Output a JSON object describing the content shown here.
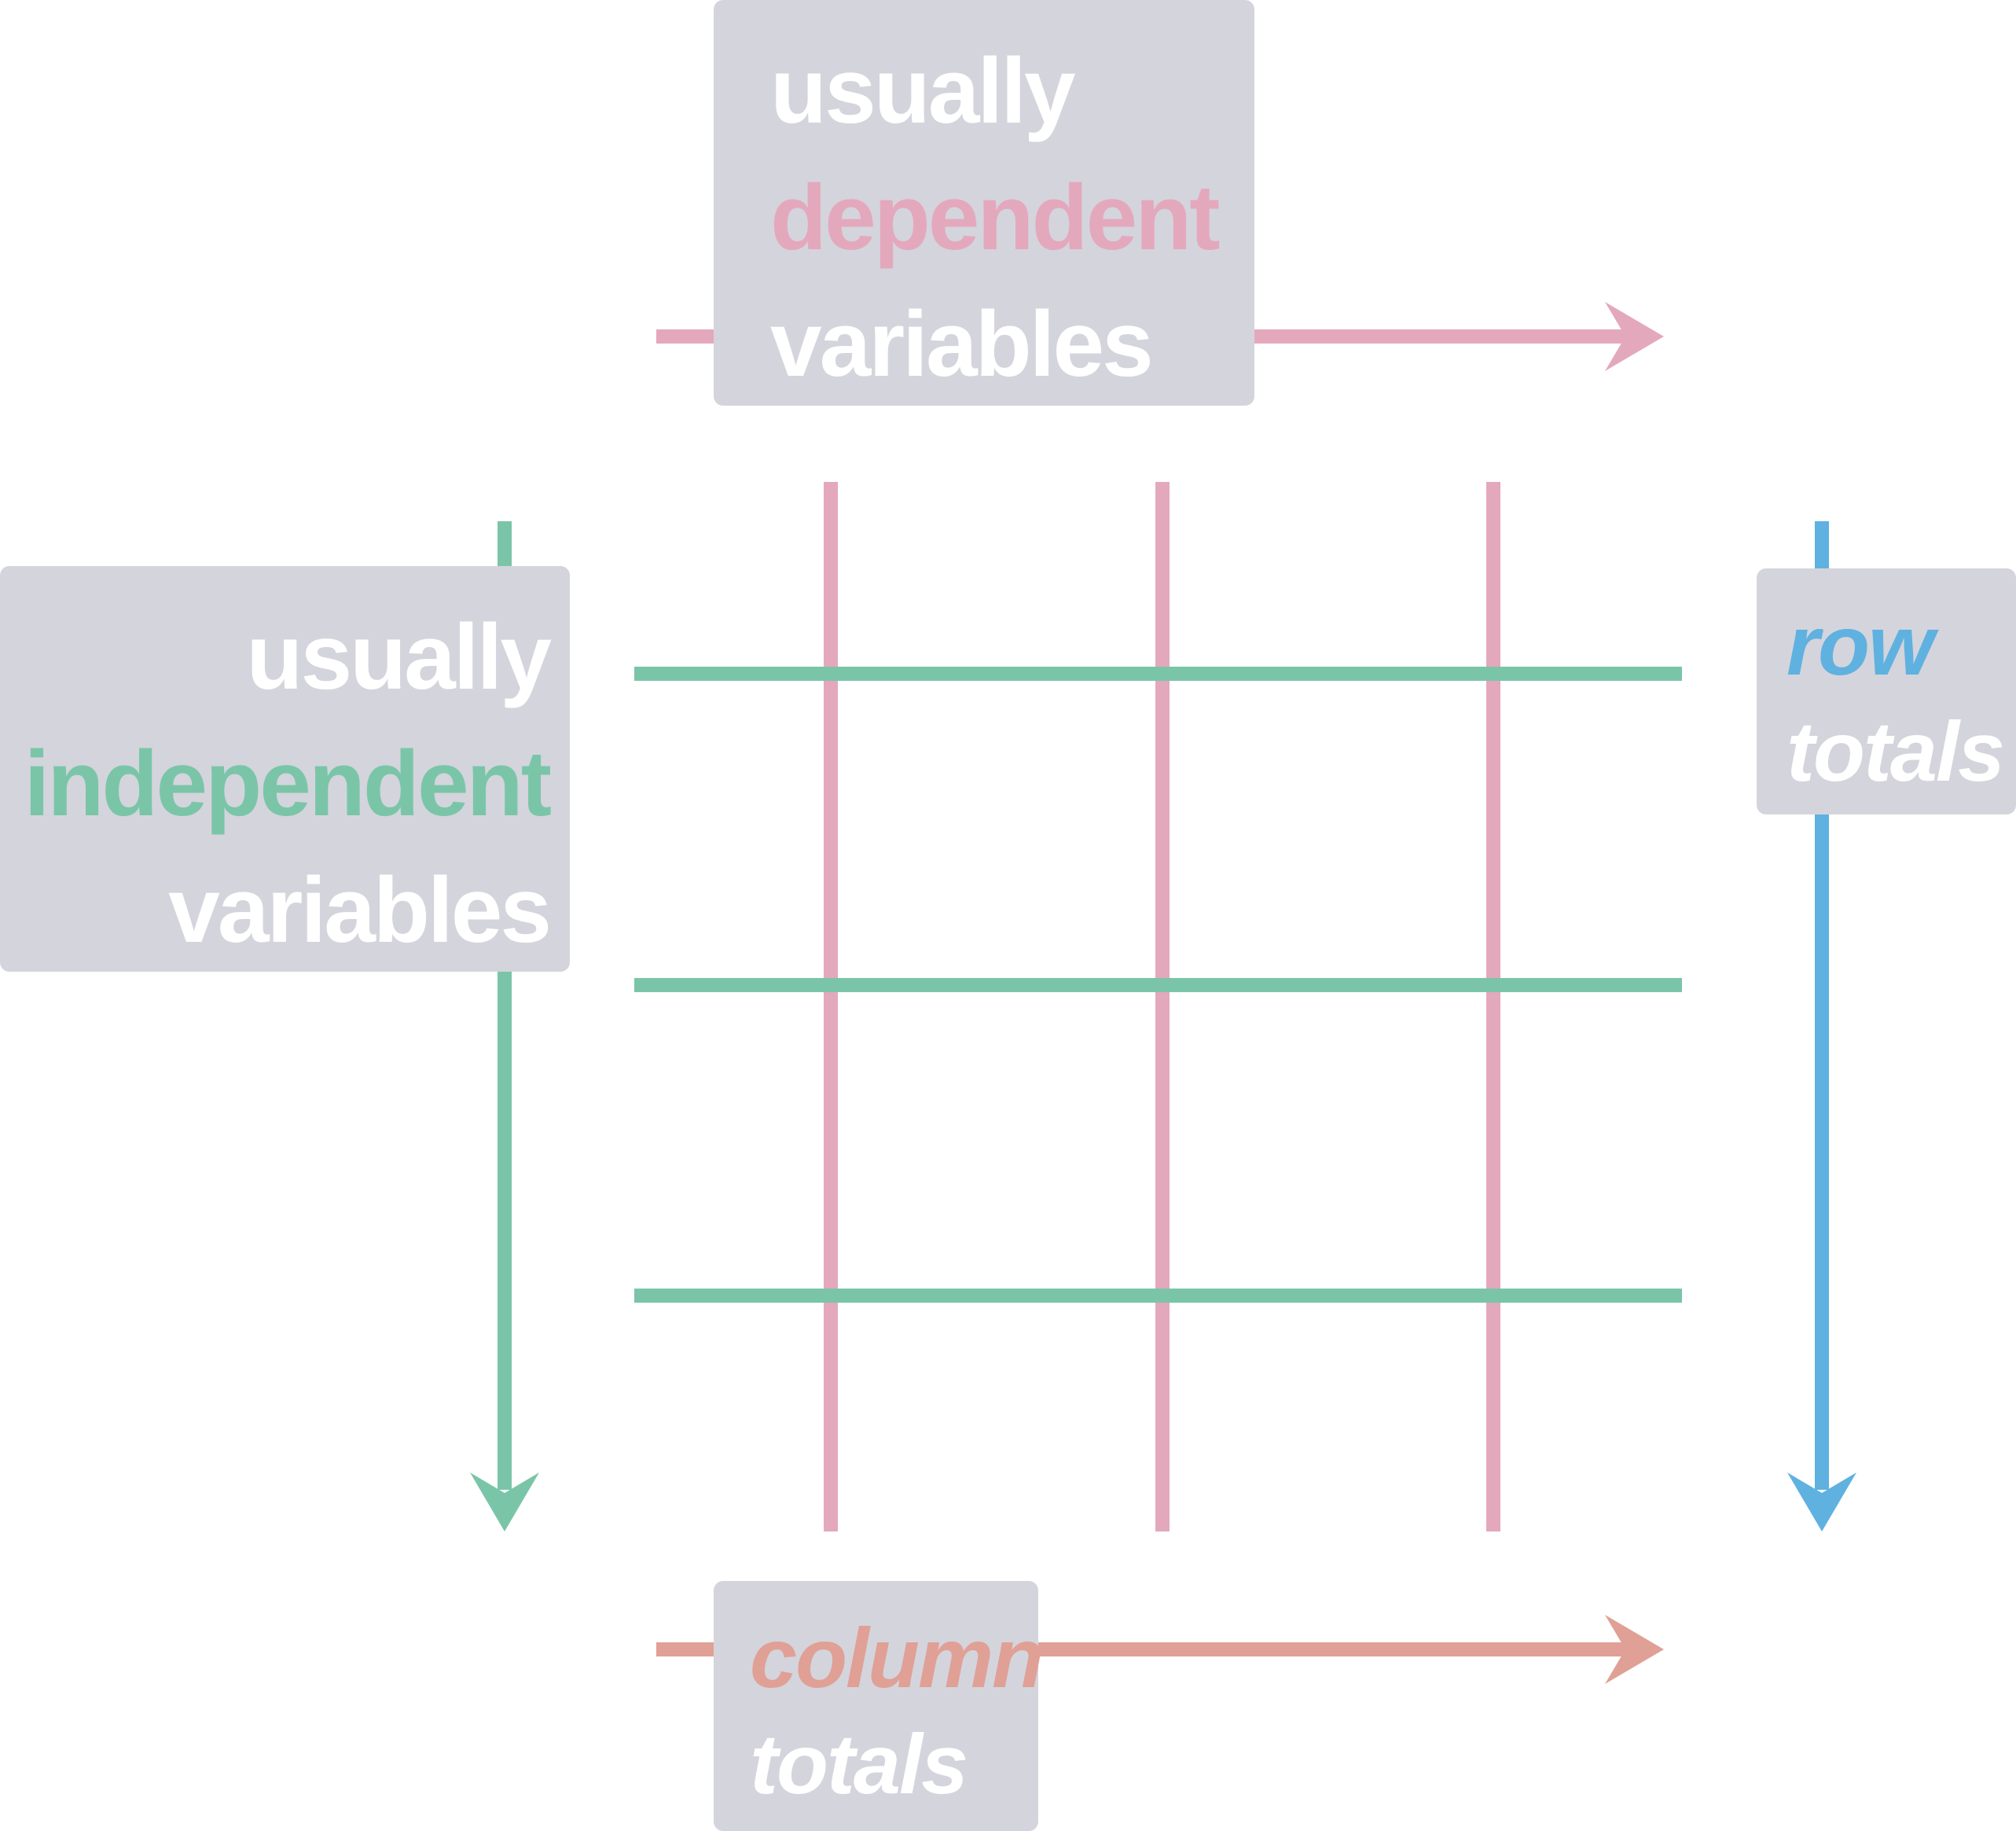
{
  "colors": {
    "dependent": "#e4a8bd",
    "independent": "#7ac5a8",
    "row_totals": "#5fb1e0",
    "column_totals": "#e0a096",
    "box_background": "#d4d4dc",
    "box_text": "#ffffff"
  },
  "dependent_label": {
    "line1": "usually",
    "line2": "dependent",
    "line3": "variables"
  },
  "independent_label": {
    "line1": "usually",
    "line2": "independent",
    "line3": "variables"
  },
  "row_totals_label": {
    "line1": "row",
    "line2": "totals"
  },
  "column_totals_label": {
    "line1": "column",
    "line2": "totals"
  }
}
